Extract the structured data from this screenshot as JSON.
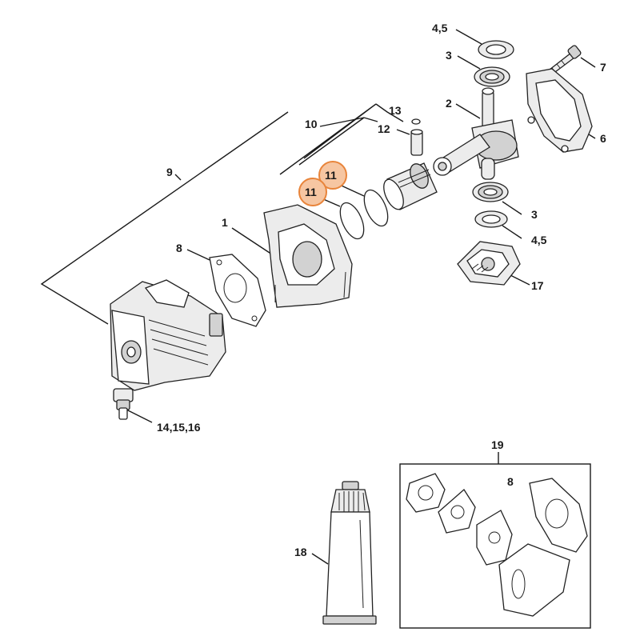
{
  "highlight": {
    "fill": "#f6c6a2",
    "stroke": "#e8843a"
  },
  "callouts": {
    "c1": "1",
    "c2": "2",
    "c3_top": "3",
    "c3_bottom": "3",
    "c45_top": "4,5",
    "c45_bottom": "4,5",
    "c6": "6",
    "c7": "7",
    "c8": "8",
    "c8_kit": "8",
    "c9": "9",
    "c10": "10",
    "c11_a": "11",
    "c11_b": "11",
    "c12": "12",
    "c13": "13",
    "c14": "14,15,16",
    "c17": "17",
    "c18": "18",
    "c19": "19"
  }
}
